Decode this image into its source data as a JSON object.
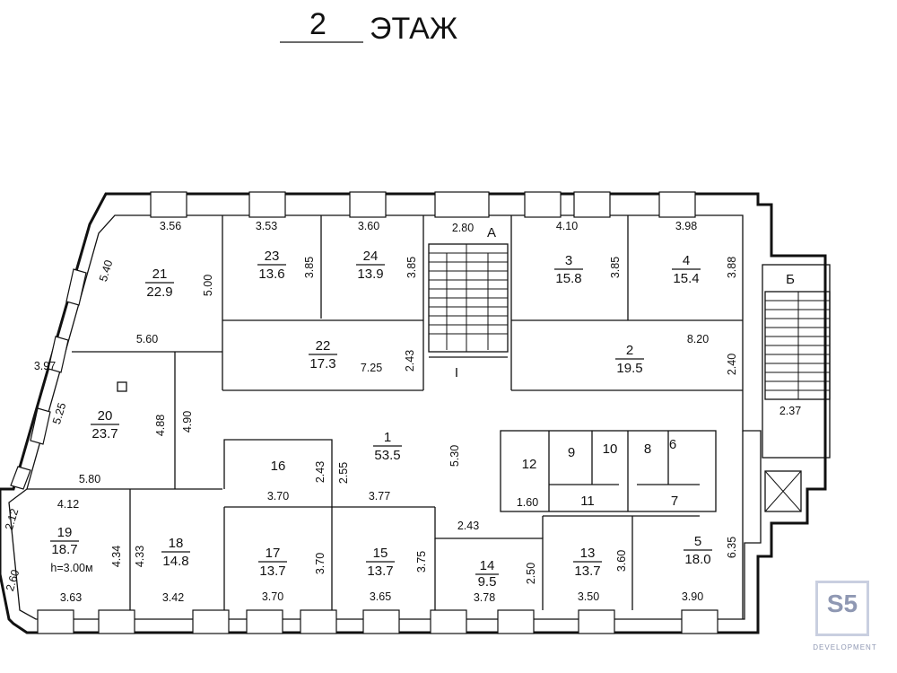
{
  "title": {
    "number": "2",
    "word": "ЭТАЖ"
  },
  "rooms": [
    {
      "id": "room-21",
      "label": "21",
      "area": "22.9"
    },
    {
      "id": "room-23",
      "label": "23",
      "area": "13.6"
    },
    {
      "id": "room-24",
      "label": "24",
      "area": "13.9"
    },
    {
      "id": "room-3",
      "label": "3",
      "area": "15.8"
    },
    {
      "id": "room-4",
      "label": "4",
      "area": "15.4"
    },
    {
      "id": "room-22",
      "label": "22",
      "area": "17.3"
    },
    {
      "id": "room-2",
      "label": "2",
      "area": "19.5"
    },
    {
      "id": "room-20",
      "label": "20",
      "area": "23.7"
    },
    {
      "id": "room-1",
      "label": "1",
      "area": "53.5"
    },
    {
      "id": "room-16",
      "label": "16",
      "area": ""
    },
    {
      "id": "room-12",
      "label": "12",
      "area": ""
    },
    {
      "id": "room-9",
      "label": "9",
      "area": ""
    },
    {
      "id": "room-10",
      "label": "10",
      "area": ""
    },
    {
      "id": "room-8",
      "label": "8",
      "area": ""
    },
    {
      "id": "room-6",
      "label": "6",
      "area": ""
    },
    {
      "id": "room-11",
      "label": "11",
      "area": ""
    },
    {
      "id": "room-7",
      "label": "7",
      "area": ""
    },
    {
      "id": "room-19",
      "label": "19",
      "area": "18.7",
      "note": "h=3.00м"
    },
    {
      "id": "room-18",
      "label": "18",
      "area": "14.8"
    },
    {
      "id": "room-17",
      "label": "17",
      "area": "13.7"
    },
    {
      "id": "room-15",
      "label": "15",
      "area": "13.7"
    },
    {
      "id": "room-14",
      "label": "14",
      "area": "9.5"
    },
    {
      "id": "room-13",
      "label": "13",
      "area": "13.7"
    },
    {
      "id": "room-5",
      "label": "5",
      "area": "18.0"
    }
  ],
  "stairs": [
    {
      "id": "stair-a",
      "label": "А"
    },
    {
      "id": "stair-b",
      "label": "Б"
    }
  ],
  "section_mark": "I",
  "dimensions": [
    "3.56",
    "5.40",
    "5.00",
    "5.60",
    "3.53",
    "3.85",
    "3.60",
    "3.85",
    "2.80",
    "4.10",
    "3.85",
    "3.98",
    "3.88",
    "8.20",
    "2.40",
    "7.25",
    "2.43",
    "3.97",
    "5.25",
    "4.88",
    "4.90",
    "5.80",
    "5.30",
    "2.43",
    "2.55",
    "3.70",
    "3.77",
    "1.60",
    "2.37",
    "4.12",
    "2.12",
    "2.60",
    "4.34",
    "4.33",
    "3.63",
    "3.42",
    "3.70",
    "3.70",
    "3.65",
    "3.75",
    "2.43",
    "3.78",
    "2.50",
    "3.50",
    "3.60",
    "6.35",
    "3.90"
  ],
  "logo": {
    "brand": "S5",
    "subtitle": "DEVELOPMENT"
  }
}
